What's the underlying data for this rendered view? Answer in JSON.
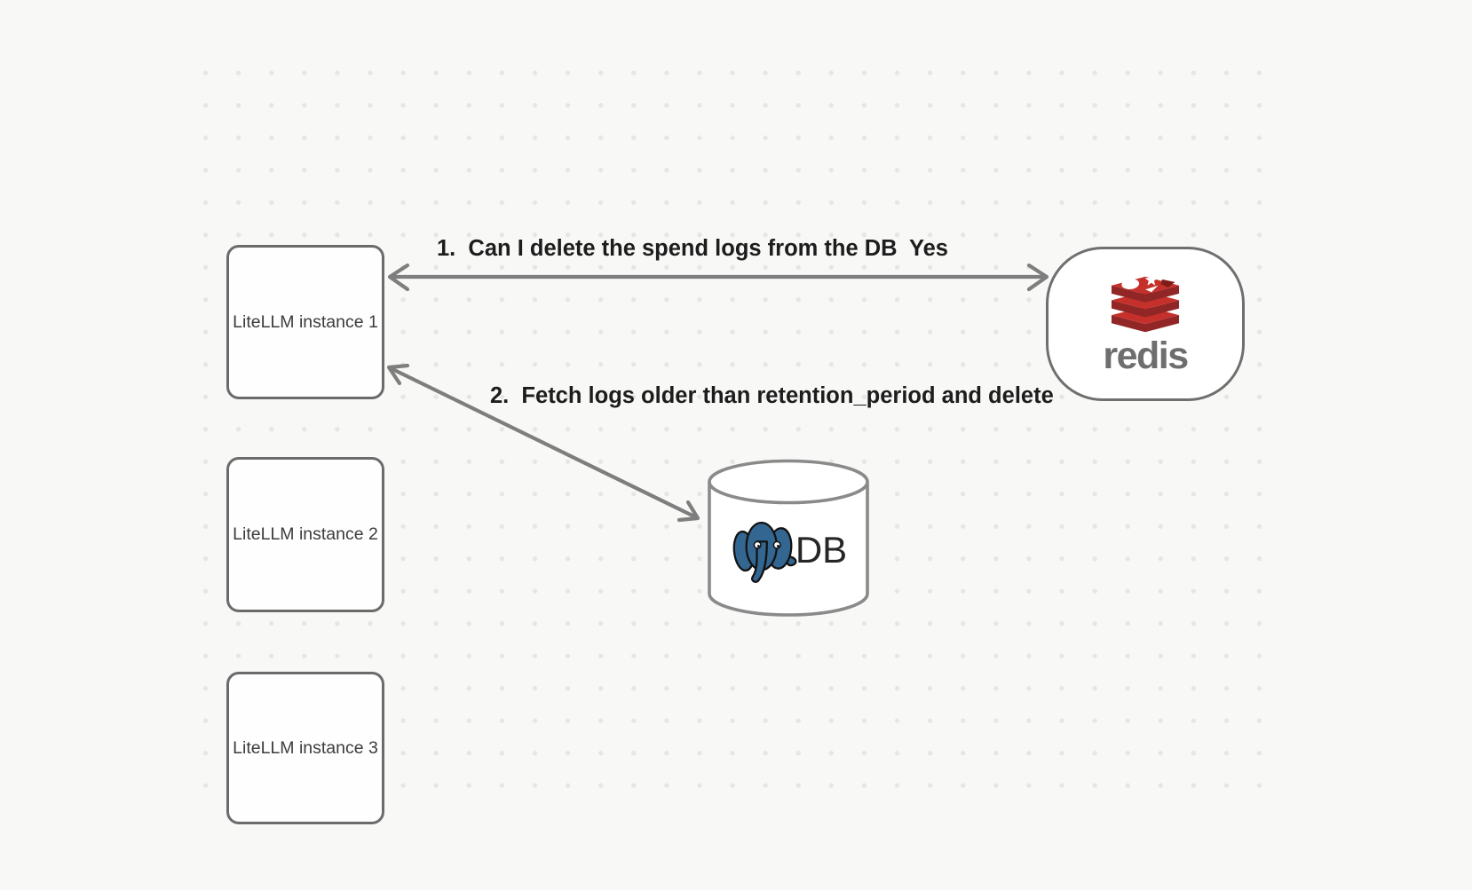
{
  "canvas": {
    "background_color": "#f8f8f7",
    "dot_grid_color": "#e6e6e5"
  },
  "nodes": {
    "instance1": {
      "label": "LiteLLM instance 1"
    },
    "instance2": {
      "label": "LiteLLM instance 2"
    },
    "instance3": {
      "label": "LiteLLM instance 3"
    },
    "redis": {
      "label": "redis",
      "icon": "redis-logo"
    },
    "db": {
      "label": "DB",
      "icon": "postgresql-elephant-logo",
      "shape": "cylinder"
    }
  },
  "arrows": [
    {
      "from": "redis",
      "to": "instance1",
      "style": "double-headed",
      "label": "1.  Can I delete the spend logs from the DB",
      "response": "Yes"
    },
    {
      "from": "instance1",
      "to": "db",
      "style": "double-headed",
      "label": "2.  Fetch logs older than retention_period and delete"
    }
  ],
  "colors": {
    "shape_border": "#6b6b6b",
    "arrow": "#7e7e7e",
    "label_text": "#1d1d1d",
    "box_text": "#3c3c3c",
    "redis_red": "#C6302B",
    "redis_dark_red": "#912626",
    "redis_wordmark_gray": "#6e6e6e",
    "postgres_blue": "#336791"
  }
}
